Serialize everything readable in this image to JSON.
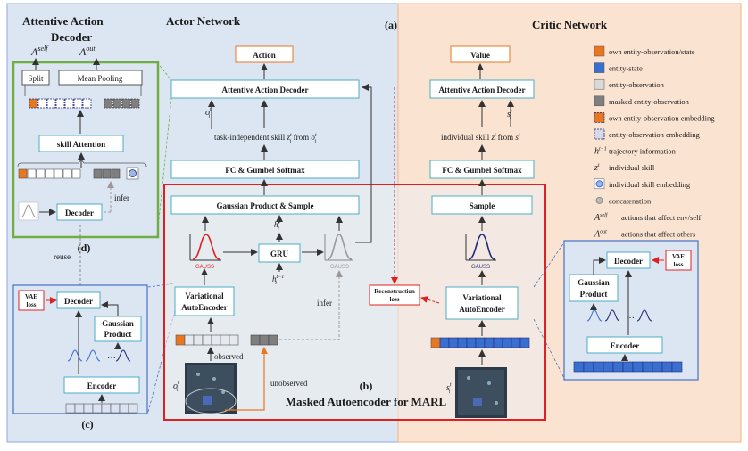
{
  "panels": {
    "actor_title": "Actor Network",
    "critic_title": "Critic Network",
    "label_a": "(a)",
    "label_b": "(b)",
    "label_c": "(c)",
    "label_d": "(d)",
    "decoder_title_line1": "Attentive Action",
    "decoder_title_line2": "Decoder",
    "mae_title": "Masked Autoencoder for MARL"
  },
  "actor": {
    "action": "Action",
    "attentive_decoder": "Attentive Action Decoder",
    "o_input": "o",
    "skill_text": "task-independent skill",
    "skill_from": "from",
    "fc_gumbel": "FC & Gumbel Softmax",
    "gaussian_product_sample": "Gaussian Product & Sample",
    "gru": "GRU",
    "h_t": "h",
    "h_t1": "h",
    "vae_line1": "Variational",
    "vae_line2": "AutoEncoder",
    "observed": "observed",
    "unobserved": "unobserved",
    "infer": "infer",
    "reconstruction_line1": "Reconstruction",
    "reconstruction_line2": "loss",
    "gauss": "GAUSS"
  },
  "critic": {
    "value": "Value",
    "attentive_decoder": "Attentive Action Decoder",
    "s_input": "s",
    "skill_text": "individual skill",
    "skill_from": "from",
    "fc_gumbel": "FC & Gumbel Softmax",
    "sample": "Sample",
    "vae_line1": "Variational",
    "vae_line2": "AutoEncoder",
    "gauss": "GAUSS"
  },
  "decoder_panel": {
    "a_self": "A",
    "a_out": "A",
    "split": "Split",
    "mean_pooling": "Mean Pooling",
    "skill_attention": "skill Attention",
    "decoder": "Decoder",
    "infer": "infer",
    "reuse": "reuse"
  },
  "encoder_panel_c": {
    "vae_loss_line1": "VAE",
    "vae_loss_line2": "loss",
    "decoder": "Decoder",
    "gaussian_line1": "Gaussian",
    "gaussian_line2": "Product",
    "encoder": "Encoder",
    "dots": "…"
  },
  "encoder_panel_critic": {
    "decoder": "Decoder",
    "vae_loss_line1": "VAE",
    "vae_loss_line2": "loss",
    "gaussian_line1": "Gaussian",
    "gaussian_line2": "Product",
    "encoder": "Encoder",
    "dots": "…"
  },
  "legend": [
    {
      "kind": "swatch",
      "color": "#e87722",
      "label": "own entity-observation/state"
    },
    {
      "kind": "swatch",
      "color": "#3a6fd0",
      "label": "entity-state"
    },
    {
      "kind": "swatch",
      "color": "#d9d9d9",
      "label": "entity-observation"
    },
    {
      "kind": "swatch",
      "color": "#7f7f7f",
      "label": "masked entity-observation"
    },
    {
      "kind": "dashed-orange",
      "color": "#e87722",
      "label": "own entity-observation embedding"
    },
    {
      "kind": "dashed-gray",
      "color": "#d9d9e6",
      "label": "entity-observation embedding"
    },
    {
      "kind": "sym",
      "sym": "h",
      "label": "trajectory information"
    },
    {
      "kind": "sym",
      "sym": "z",
      "label": "individual skill"
    },
    {
      "kind": "circle-blue",
      "color": "#3a6fd0",
      "label": "individual skill embedding"
    },
    {
      "kind": "circle-gray",
      "color": "#8a8a8a",
      "label": "concatenation"
    },
    {
      "kind": "sym",
      "sym": "A",
      "label": "actions that affect env/self"
    },
    {
      "kind": "sym",
      "sym": "A",
      "label": "actions that affect others"
    }
  ],
  "colors": {
    "actor_bg": "#dce6f2",
    "critic_bg": "#fbe3d2",
    "box_stroke": "#4bacc6",
    "green": "#70ad47",
    "red": "#e02020",
    "orange": "#e87722",
    "blue": "#3a6fd0",
    "navy": "#1f2a7a"
  }
}
